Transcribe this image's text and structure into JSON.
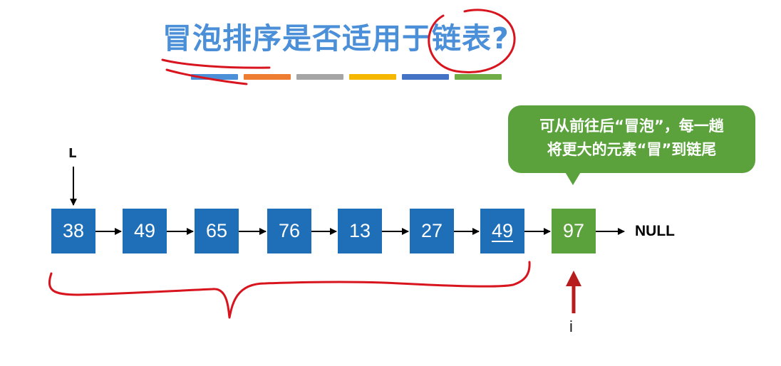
{
  "title": "冒泡排序是否适用于链表?",
  "stripe_colors": [
    "#4a8fd8",
    "#ee7d31",
    "#a5a5a5",
    "#f5b700",
    "#4472c4",
    "#70ad47"
  ],
  "callout": {
    "line1": "可从前往后“冒泡”，每一趟",
    "line2": "将更大的元素“冒”到链尾",
    "color": "#5ba23c"
  },
  "list": {
    "head_label": "L",
    "node_color": "#1f6fb8",
    "sorted_color": "#5ba23c",
    "nodes": [
      {
        "value": "38",
        "sorted": false,
        "underlined": false
      },
      {
        "value": "49",
        "sorted": false,
        "underlined": false
      },
      {
        "value": "65",
        "sorted": false,
        "underlined": false
      },
      {
        "value": "76",
        "sorted": false,
        "underlined": false
      },
      {
        "value": "13",
        "sorted": false,
        "underlined": false
      },
      {
        "value": "27",
        "sorted": false,
        "underlined": false
      },
      {
        "value": "49",
        "sorted": false,
        "underlined": true
      },
      {
        "value": "97",
        "sorted": true,
        "underlined": false
      }
    ],
    "null_label": "NULL"
  },
  "pointer": {
    "label": "i",
    "color": "#b81d1d"
  },
  "annotation_color": "#d8141e"
}
